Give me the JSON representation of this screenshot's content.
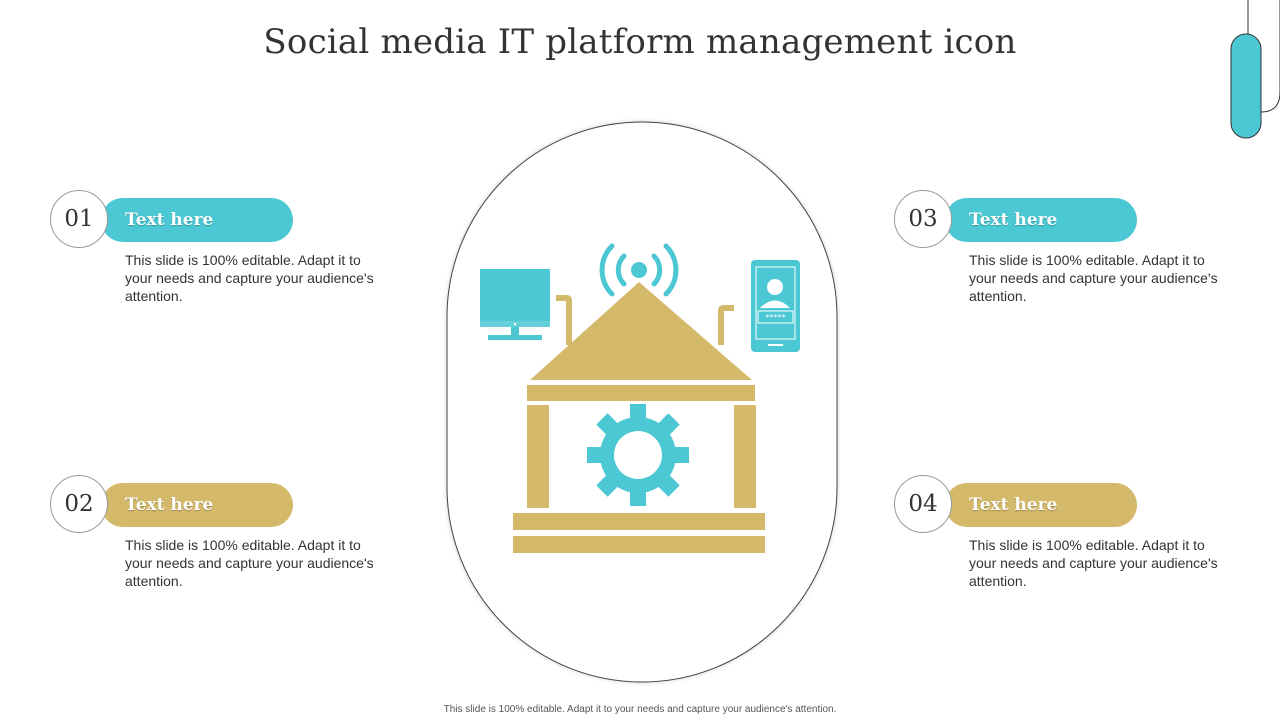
{
  "title": "Social media IT platform management icon",
  "footer": "This slide is 100% editable. Adapt it to your needs and capture your audience's attention.",
  "colors": {
    "teal": "#4BC8D3",
    "gold": "#D4B96A"
  },
  "items": [
    {
      "number": "01",
      "label": "Text here",
      "text": "This slide is 100% editable. Adapt it to your needs and capture your audience's attention.",
      "color": "#4BC8D3"
    },
    {
      "number": "02",
      "label": "Text here",
      "text": "This slide is 100% editable. Adapt it to your needs and capture your audience's attention.",
      "color": "#D4B96A"
    },
    {
      "number": "03",
      "label": "Text here",
      "text": "This slide is 100% editable. Adapt it to your needs and capture your audience's attention.",
      "color": "#4BC8D3"
    },
    {
      "number": "04",
      "label": "Text here",
      "text": "This slide is 100% editable. Adapt it to your needs and capture your audience's attention.",
      "color": "#D4B96A"
    }
  ],
  "icons": [
    "monitor-icon",
    "wifi-signal-icon",
    "smartphone-icon",
    "house-icon",
    "gear-icon"
  ]
}
